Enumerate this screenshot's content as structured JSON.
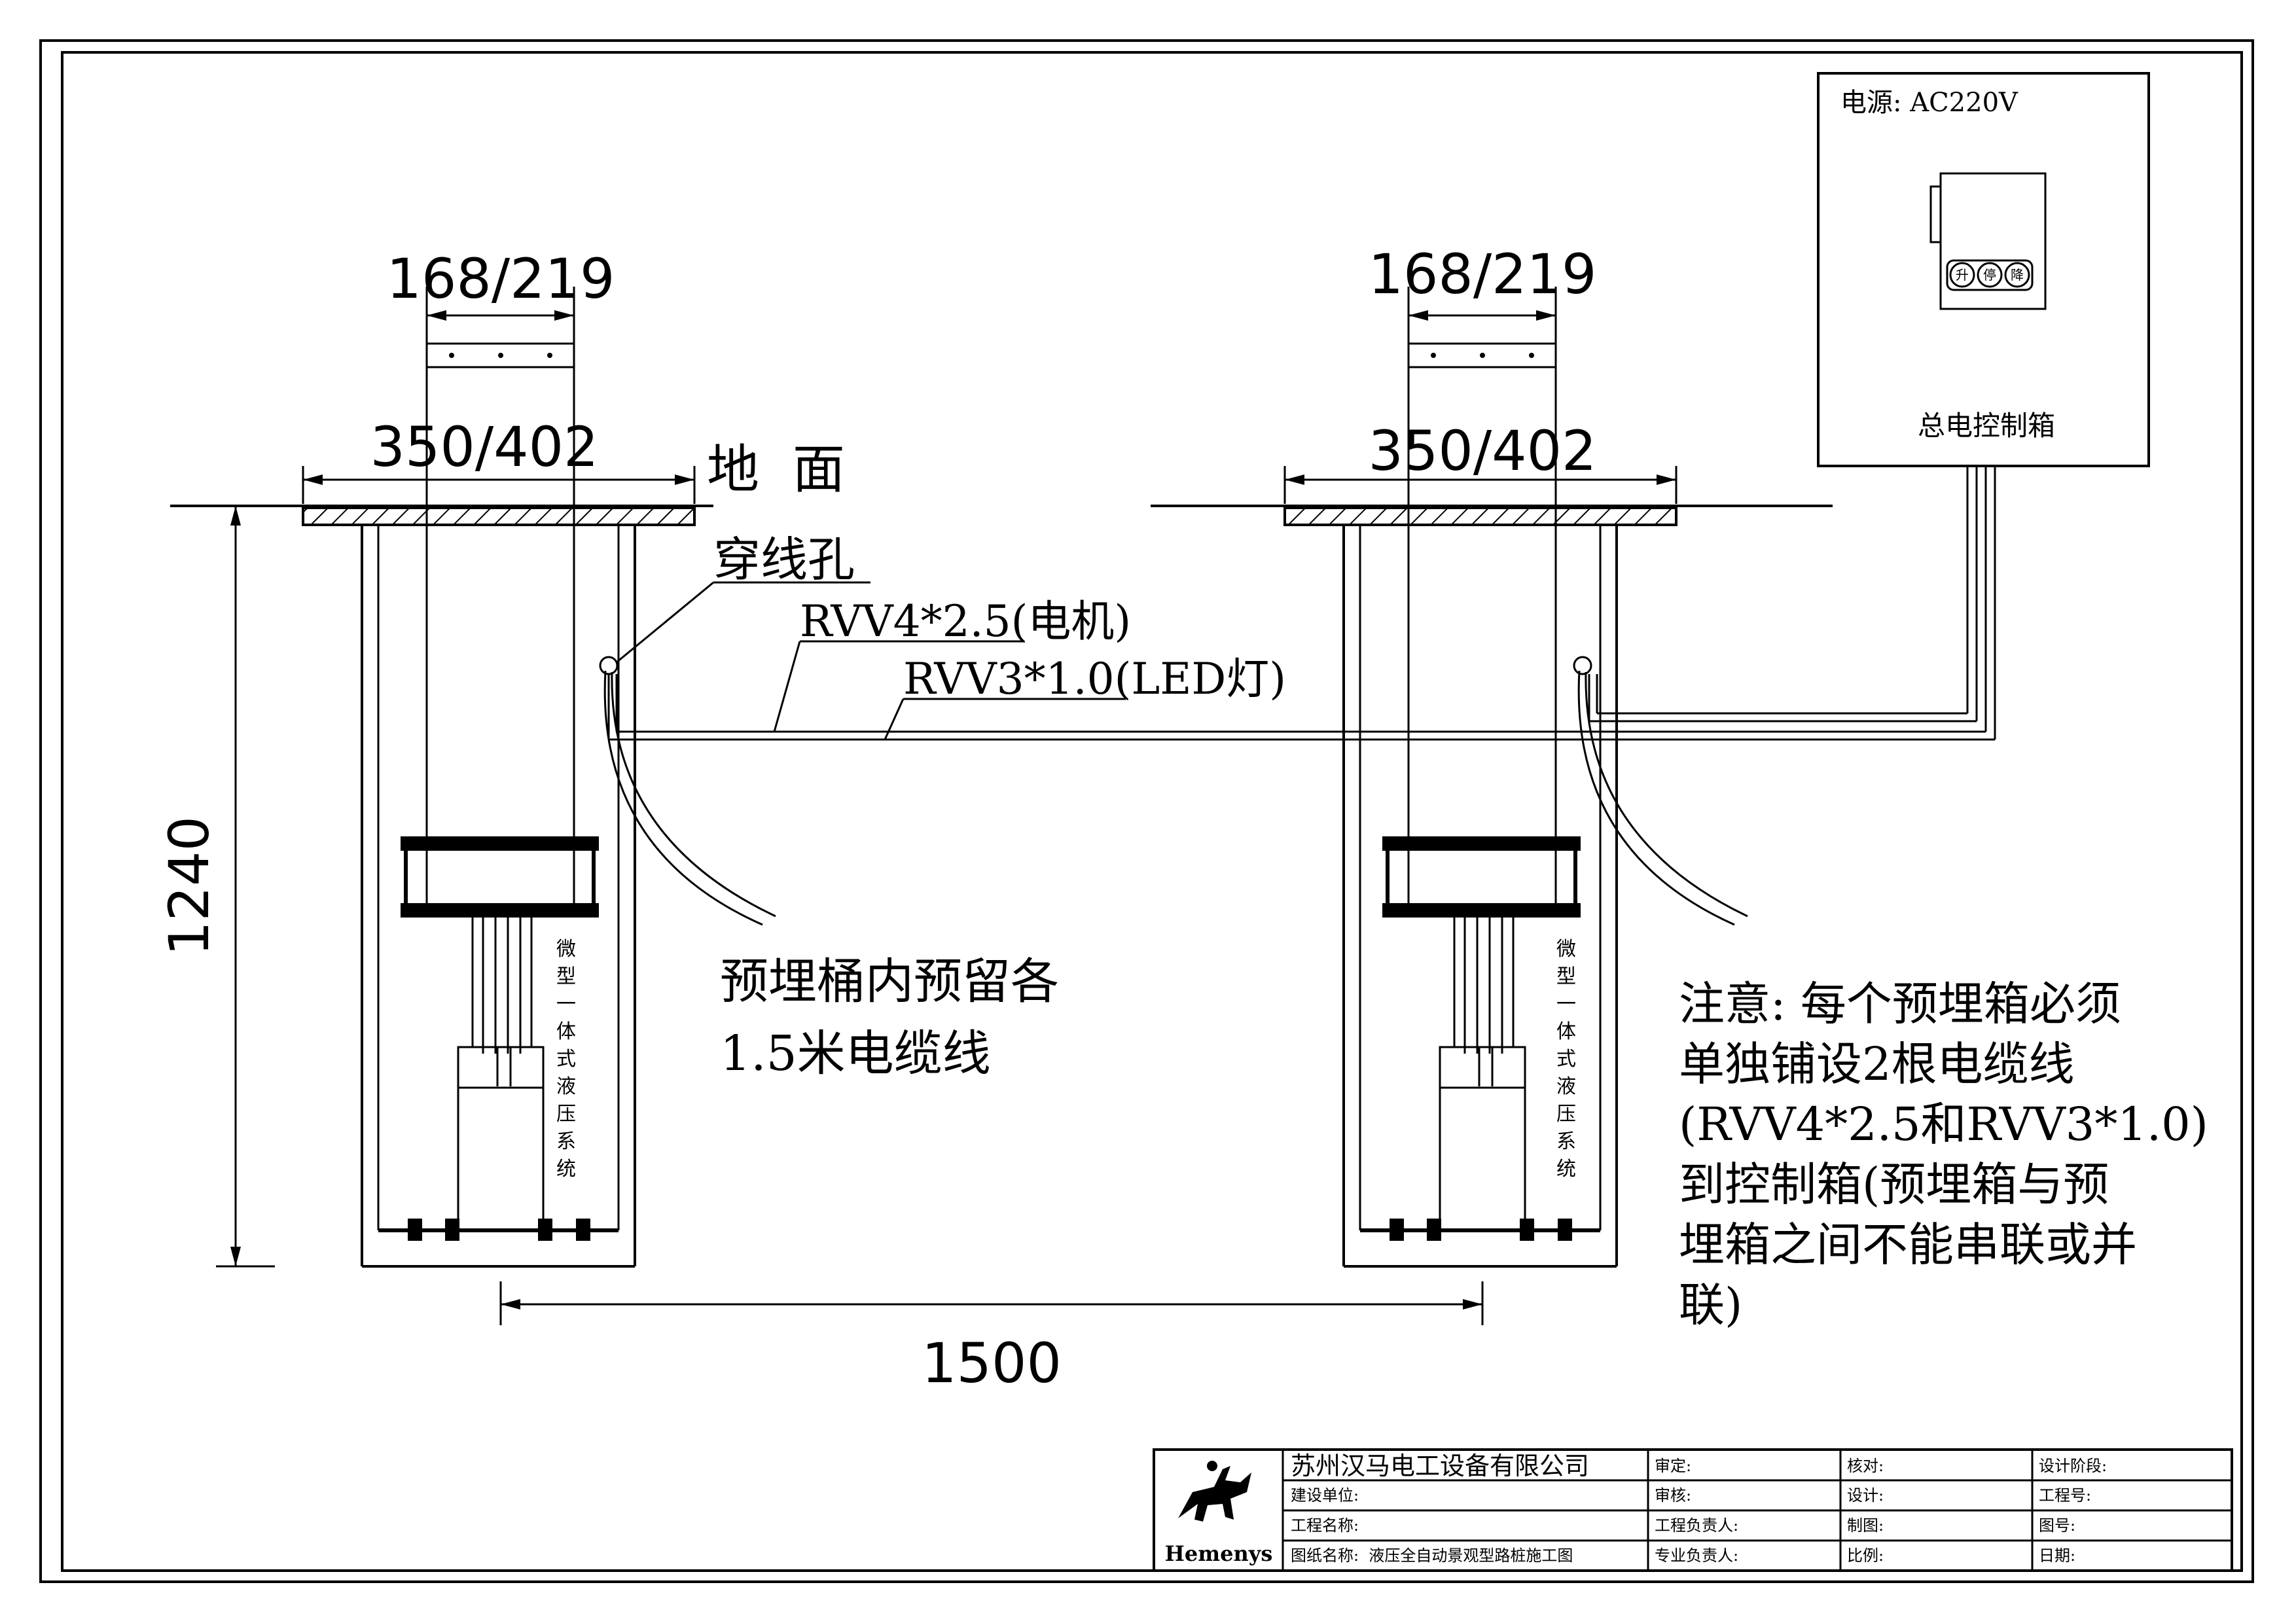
{
  "dimensions": {
    "rod_diameter": "168/219",
    "flange_width": "350/402",
    "depth": "1240",
    "spacing": "1500"
  },
  "labels": {
    "ground": "地  面",
    "threading_hole": "穿线孔",
    "cable_motor": "RVV4*2.5(电机)",
    "cable_led": "RVV3*1.0(LED灯)",
    "preset_cable_line1": "预埋桶内预留各",
    "preset_cable_line2": "1.5米电缆线",
    "hydraulic_system_chars": [
      "微",
      "型",
      "一",
      "体",
      "式",
      "液",
      "压",
      "系",
      "统"
    ]
  },
  "control_box": {
    "power": "电源: AC220V",
    "title": "总电控制箱",
    "buttons": [
      "升",
      "停",
      "降"
    ]
  },
  "note": {
    "lines": [
      "注意: 每个预埋箱必须",
      "单独铺设2根电缆线",
      "(RVV4*2.5和RVV3*1.0)",
      "到控制箱(预埋箱与预",
      "埋箱之间不能串联或并",
      "联)"
    ]
  },
  "title_block": {
    "logo_text": "Hemenys",
    "company": "苏州汉马电工设备有限公司",
    "rows": [
      [
        "建设单位:",
        "审核:",
        "设计:",
        "工程号:"
      ],
      [
        "工程名称:",
        "工程负责人:",
        "制图:",
        "图号:"
      ],
      [
        "图纸名称:  液压全自动景观型路桩施工图",
        "专业负责人:",
        "比例:",
        "日期:"
      ]
    ],
    "first_row_right": [
      "审定:",
      "核对:",
      "设计阶段:"
    ]
  }
}
